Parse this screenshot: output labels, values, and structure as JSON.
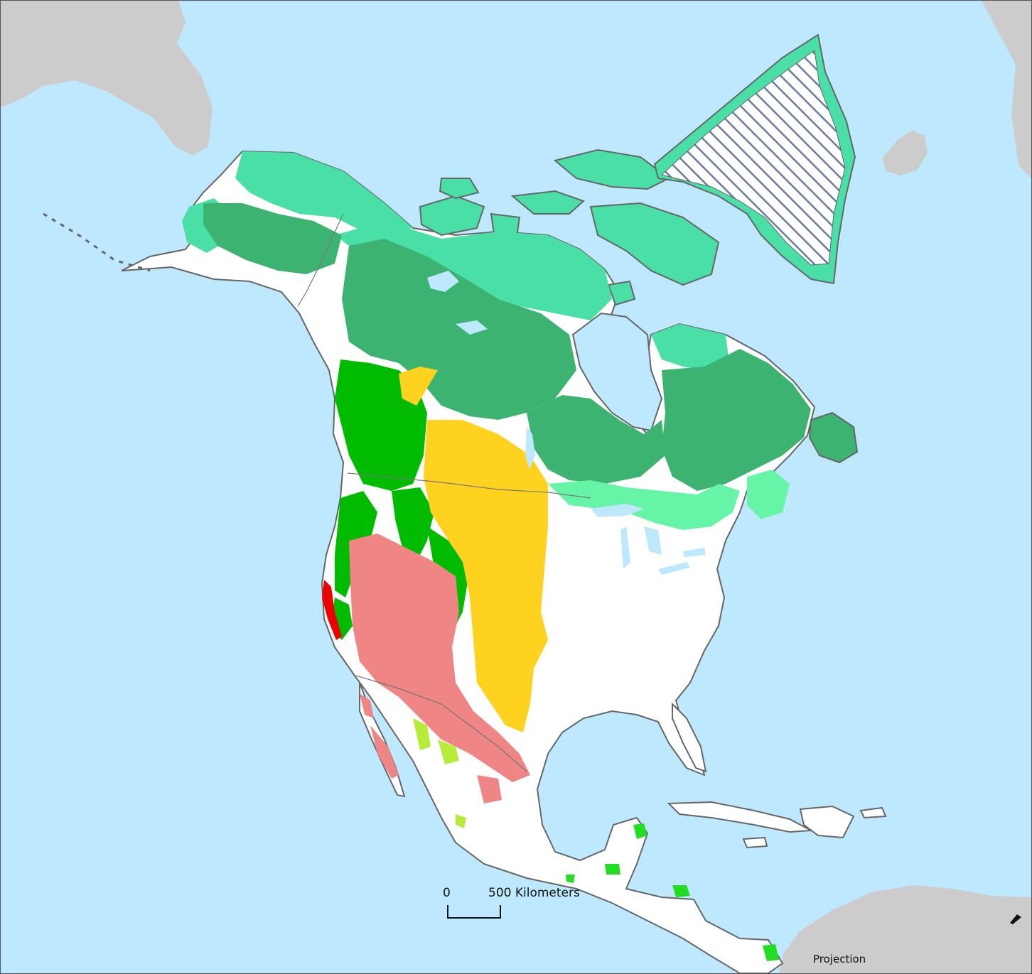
{
  "map": {
    "colors": {
      "ocean": "#bee8fd",
      "other_land": "#cccccc",
      "coast_outline": "#666666",
      "tundra": "#49dfa6",
      "boreal_forest": "#3cb371",
      "temperate_conifer": "#00bb00",
      "great_plains": "#ffd21f",
      "desert_scrub": "#ef8585",
      "mediterranean": "#ee0000",
      "mixed_forest": "#66f5a7",
      "tropical_dry": "#b5ed3a",
      "tropical_moist": "#22dd22",
      "no_data": "#ffffff",
      "greenland_hatch": "#6b7aa0"
    }
  },
  "scale_bar": {
    "start_label": "0",
    "end_label": "500 Kilometers"
  },
  "projection": {
    "label": "Projection"
  }
}
